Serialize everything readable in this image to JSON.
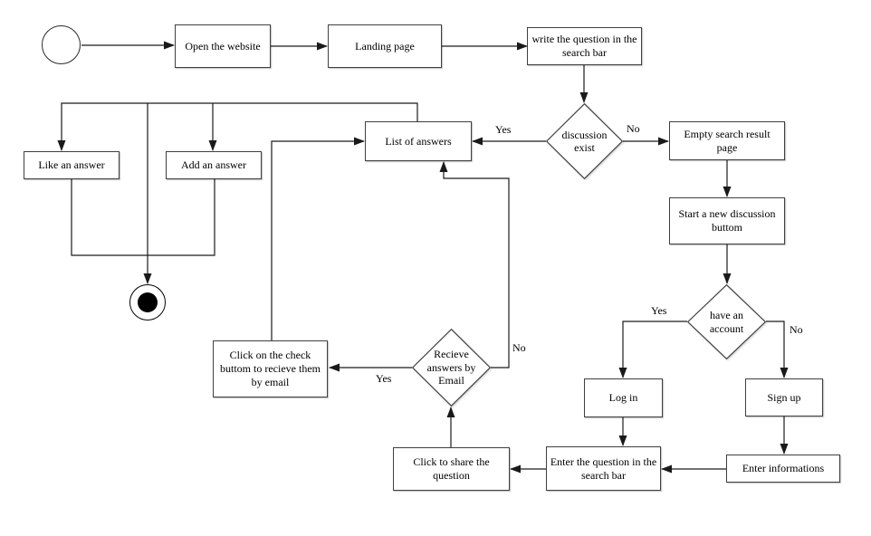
{
  "nodes": {
    "open_website": {
      "label": "Open the website"
    },
    "landing_page": {
      "label": "Landing page"
    },
    "write_question": {
      "label": "write the question in the search bar"
    },
    "discussion_exist": {
      "label": "discussion exist"
    },
    "empty_search": {
      "label": "Empty search result page"
    },
    "start_discussion": {
      "label": "Start a new discussion buttom"
    },
    "have_account": {
      "label": "have an account"
    },
    "log_in": {
      "label": "Log in"
    },
    "sign_up": {
      "label": "Sign up"
    },
    "enter_informations": {
      "label": "Enter informations"
    },
    "enter_question": {
      "label": "Enter the question in the search bar"
    },
    "click_share": {
      "label": "Click to share the question"
    },
    "recieve_answers": {
      "label": "Recieve answers by Email"
    },
    "click_check": {
      "label": "Click on the check buttom to recieve them by email"
    },
    "list_answers": {
      "label": "List of answers"
    },
    "like_answer": {
      "label": "Like an answer"
    },
    "add_answer": {
      "label": "Add an answer"
    }
  },
  "edge_labels": {
    "discussion_yes": "Yes",
    "discussion_no": "No",
    "account_yes": "Yes",
    "account_no": "No",
    "recieve_yes": "Yes",
    "recieve_no": "No"
  },
  "edges": [
    {
      "from": "start",
      "to": "open_website"
    },
    {
      "from": "open_website",
      "to": "landing_page"
    },
    {
      "from": "landing_page",
      "to": "write_question"
    },
    {
      "from": "write_question",
      "to": "discussion_exist"
    },
    {
      "from": "discussion_exist",
      "to": "list_answers",
      "label": "Yes"
    },
    {
      "from": "discussion_exist",
      "to": "empty_search",
      "label": "No"
    },
    {
      "from": "empty_search",
      "to": "start_discussion"
    },
    {
      "from": "start_discussion",
      "to": "have_account"
    },
    {
      "from": "have_account",
      "to": "log_in",
      "label": "Yes"
    },
    {
      "from": "have_account",
      "to": "sign_up",
      "label": "No"
    },
    {
      "from": "sign_up",
      "to": "enter_informations"
    },
    {
      "from": "log_in",
      "to": "enter_question"
    },
    {
      "from": "enter_informations",
      "to": "enter_question"
    },
    {
      "from": "enter_question",
      "to": "click_share"
    },
    {
      "from": "click_share",
      "to": "recieve_answers"
    },
    {
      "from": "recieve_answers",
      "to": "click_check",
      "label": "Yes"
    },
    {
      "from": "recieve_answers",
      "to": "list_answers",
      "label": "No"
    },
    {
      "from": "click_check",
      "to": "list_answers"
    },
    {
      "from": "list_answers",
      "to": "like_answer"
    },
    {
      "from": "list_answers",
      "to": "add_answer"
    },
    {
      "from": "list_answers",
      "to": "end"
    },
    {
      "from": "like_answer",
      "to": "end"
    },
    {
      "from": "add_answer",
      "to": "end"
    }
  ],
  "colors": {
    "line": "#1a1a1a",
    "box_border": "#3f3f3f",
    "background": "#ffffff",
    "end_fill": "#000000"
  }
}
